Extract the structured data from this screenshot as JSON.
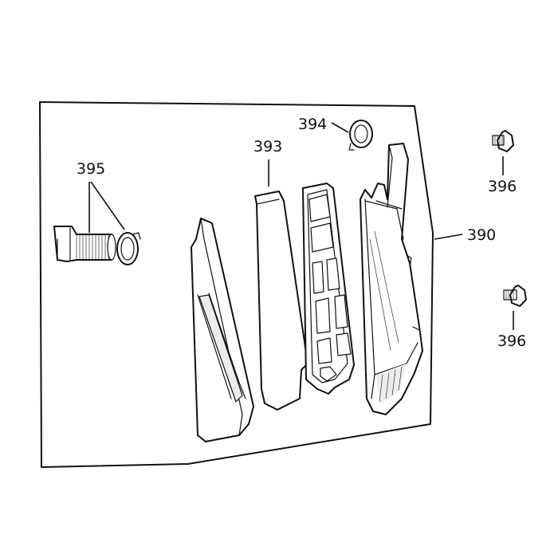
{
  "callouts": {
    "c390": "390",
    "c393": "393",
    "c394": "394",
    "c395": "395",
    "c396a": "396",
    "c396b": "396"
  }
}
